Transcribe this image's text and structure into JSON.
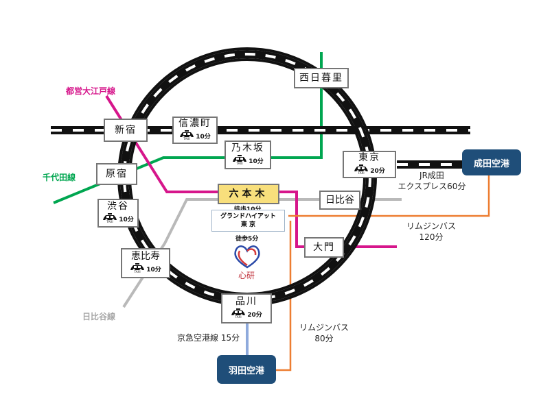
{
  "stations": {
    "nishinippori": {
      "name": "西日暮里"
    },
    "shinjuku": {
      "name": "新宿"
    },
    "shinanomachi": {
      "name": "信濃町",
      "taxi": "10分"
    },
    "nogizaka": {
      "name": "乃木坂",
      "taxi": "10分"
    },
    "tokyo": {
      "name": "東京",
      "taxi": "20分"
    },
    "harajuku": {
      "name": "原宿"
    },
    "roppongi": {
      "name": "六本木"
    },
    "hibiya": {
      "name": "日比谷"
    },
    "shibuya": {
      "name": "渋谷",
      "taxi": "10分"
    },
    "daimon": {
      "name": "大門"
    },
    "ebisu": {
      "name": "恵比寿",
      "taxi": "10分"
    },
    "shinagawa": {
      "name": "品川",
      "taxi": "20分"
    }
  },
  "airports": {
    "narita": "成田空港",
    "haneda": "羽田空港"
  },
  "lines": {
    "oedo": "都営大江戸線",
    "chiyoda": "千代田線",
    "hibiya": "日比谷線"
  },
  "routes": {
    "jr_narita_1": "JR成田",
    "jr_narita_2": "エクスプレス60分",
    "limo_narita_1": "リムジンバス",
    "limo_narita_2": "120分",
    "limo_haneda_1": "リムジンバス",
    "limo_haneda_2": "80分",
    "keikyu": "京急空港線 15分"
  },
  "hotel": {
    "line1": "グランドハイアット",
    "line2": "東 京"
  },
  "walk": {
    "top": "徒歩10分",
    "bottom": "徒歩5分"
  },
  "logo_text": "心研",
  "taxi_label": "TAXI",
  "colors": {
    "oedo": "#d6168b",
    "chiyoda": "#00a650",
    "hibiya": "#b9b9b9",
    "limousine": "#ed7d31",
    "keikyu": "#8faadc",
    "airport": "#1f4e79",
    "highlight": "#f8df7c"
  }
}
